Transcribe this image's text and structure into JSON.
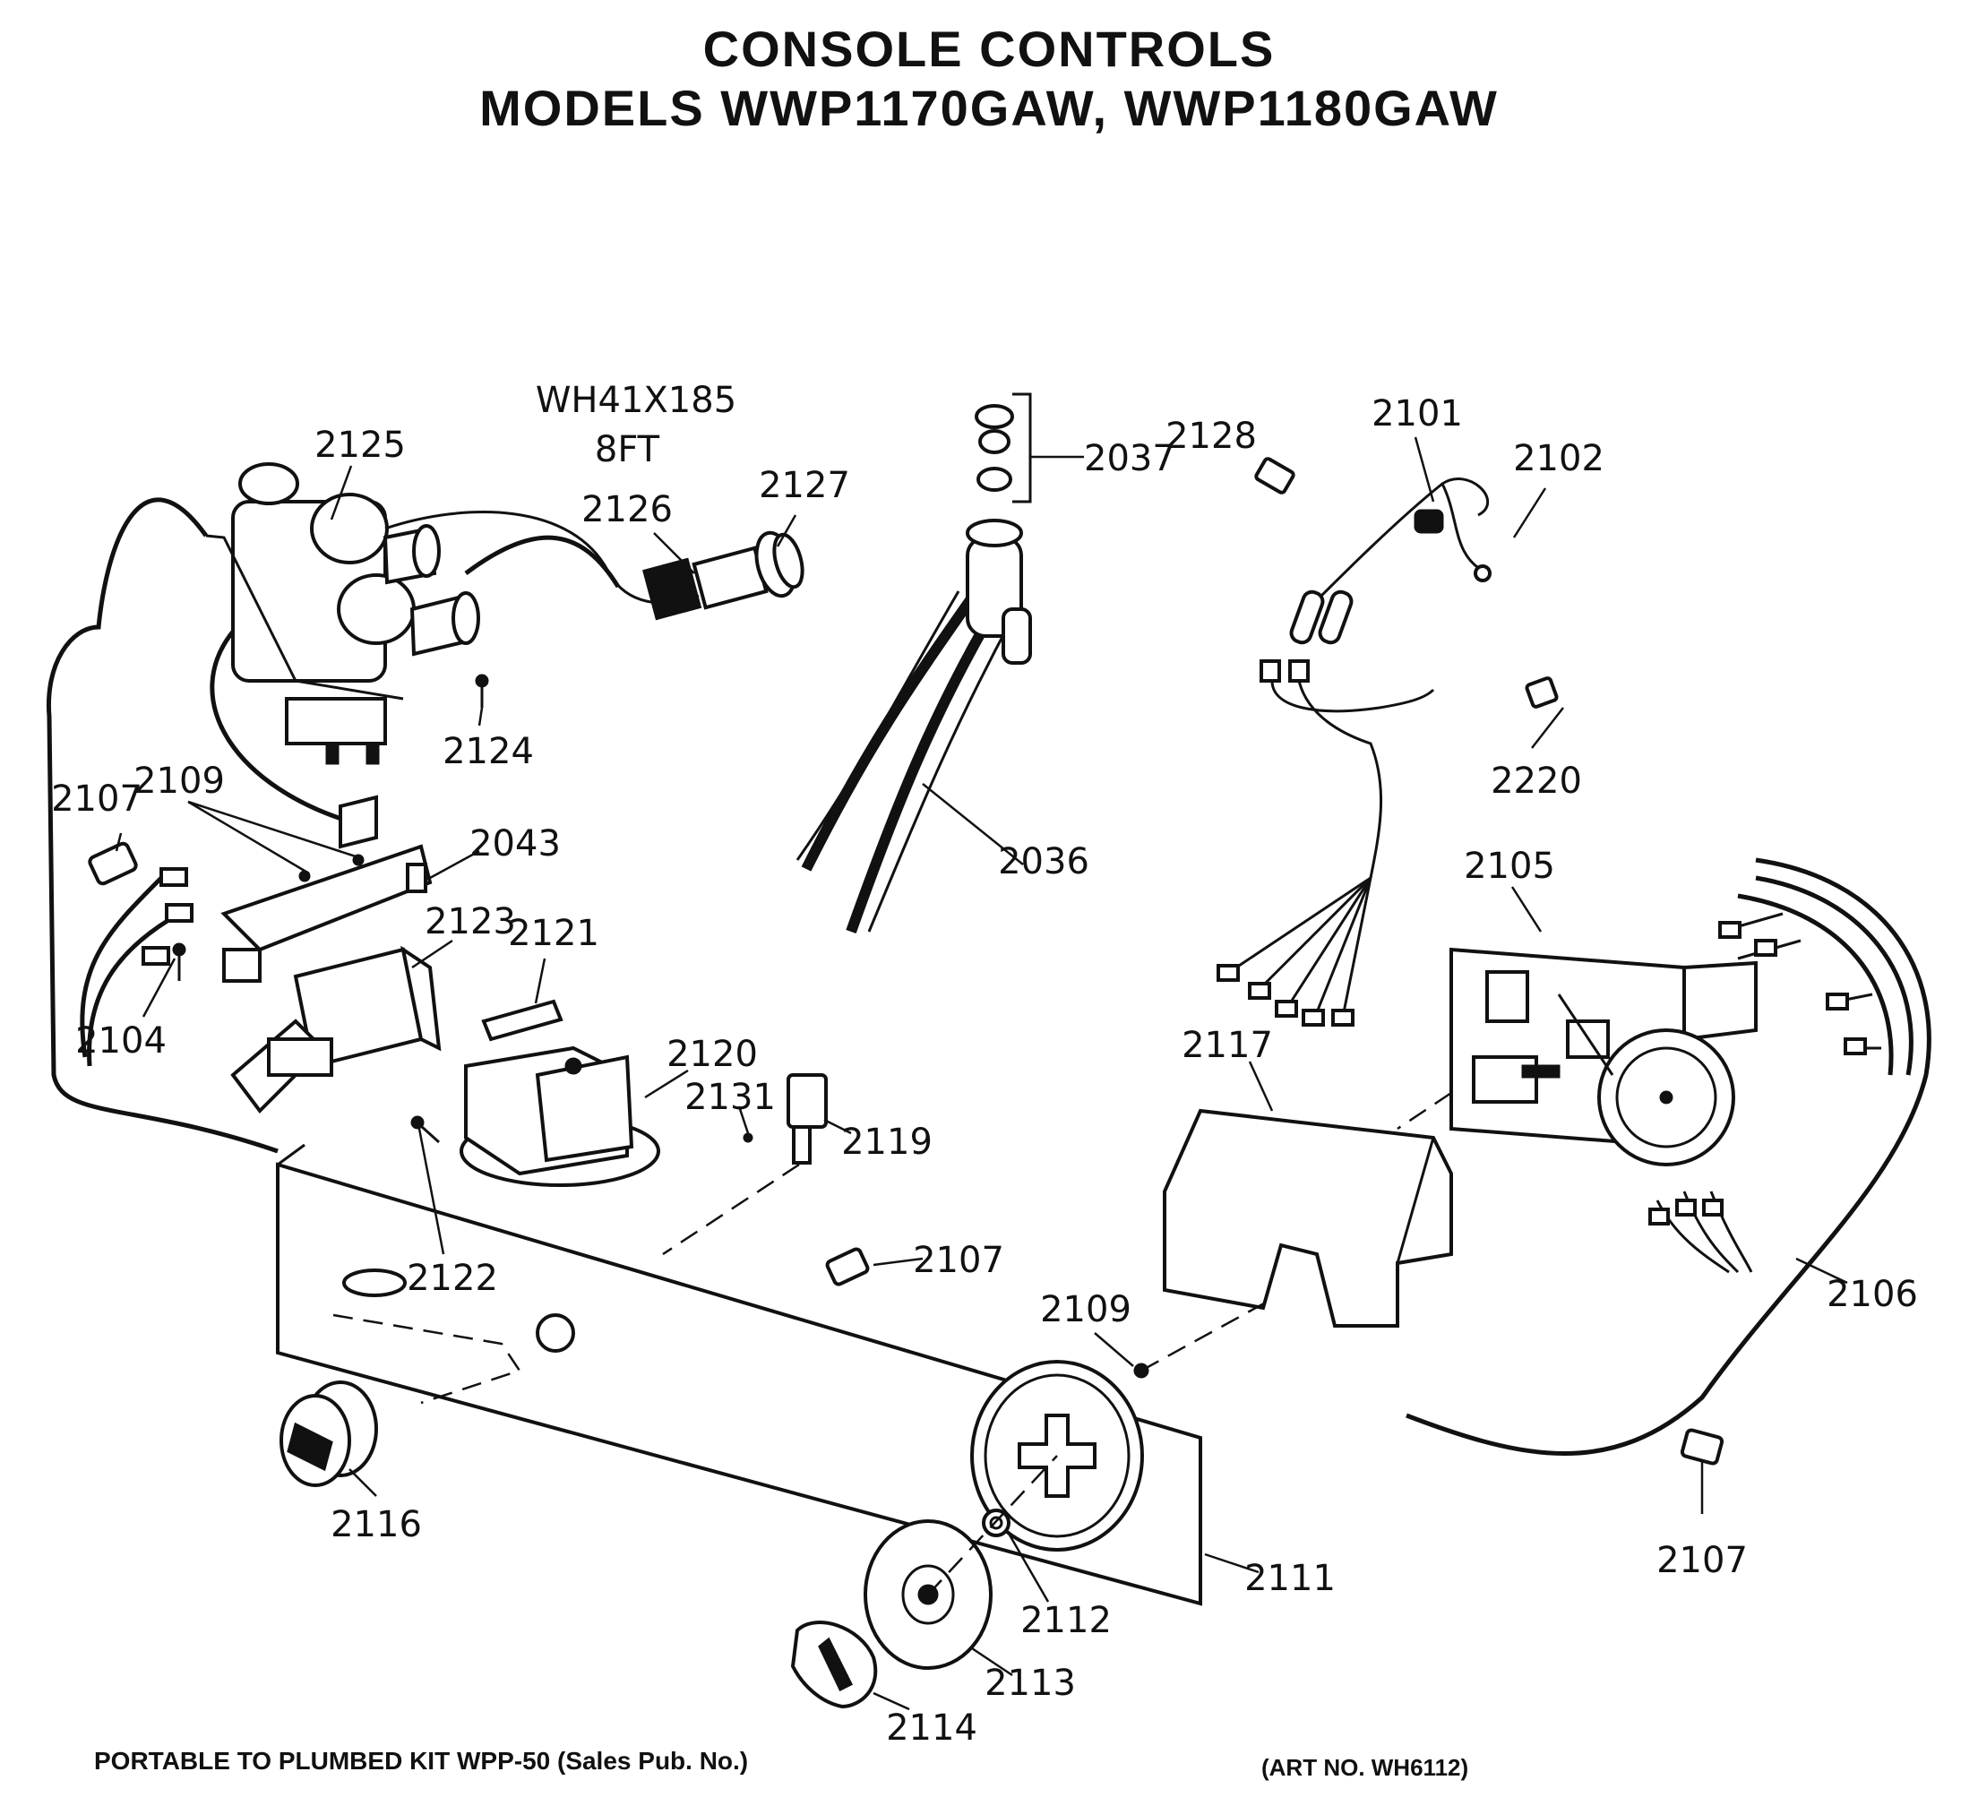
{
  "title": {
    "line1": "CONSOLE CONTROLS",
    "line2": "MODELS WWP1170GAW, WWP1180GAW"
  },
  "cord_note": {
    "part": "WH41X185",
    "length": "8FT"
  },
  "parts": {
    "p2036": "2036",
    "p2037": "2037",
    "p2043": "2043",
    "p2101": "2101",
    "p2102": "2102",
    "p2104": "2104",
    "p2105": "2105",
    "p2106": "2106",
    "p2107a": "2107",
    "p2107b": "2107",
    "p2107c": "2107",
    "p2109a": "2109",
    "p2109b": "2109",
    "p2111": "2111",
    "p2112": "2112",
    "p2113": "2113",
    "p2114": "2114",
    "p2116": "2116",
    "p2117": "2117",
    "p2119": "2119",
    "p2120": "2120",
    "p2121": "2121",
    "p2122": "2122",
    "p2123": "2123",
    "p2124": "2124",
    "p2125": "2125",
    "p2126": "2126",
    "p2127": "2127",
    "p2128": "2128",
    "p2131": "2131",
    "p2220": "2220"
  },
  "footer": {
    "kit_note": "PORTABLE TO PLUMBED KIT WPP-50   (Sales Pub. No.)",
    "art_no": "(ART NO. WH6112)"
  }
}
